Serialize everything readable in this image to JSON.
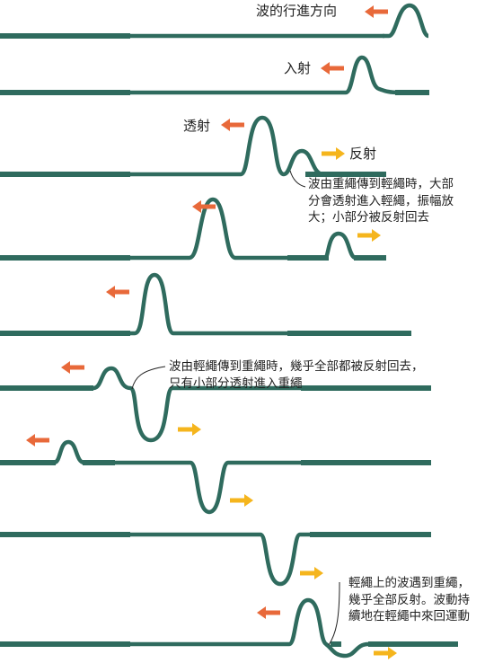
{
  "labels": {
    "direction": "波的行進方向",
    "incident": "入射",
    "transmitted": "透射",
    "reflected": "反射"
  },
  "notes": {
    "heavy_to_light_1": "波由重繩傳到輕繩時，大部",
    "heavy_to_light_2": "分會透射進入輕繩，振幅放",
    "heavy_to_light_3": "大；小部分被反射回去",
    "light_to_heavy_1": "波由輕繩傳到重繩時，幾乎全部都被反射回去，",
    "light_to_heavy_2": "只有小部分透射進入重繩",
    "reflection_1": "輕繩上的波遇到重繩，",
    "reflection_2": "幾乎全部反射。波動持",
    "reflection_3": "續地在輕繩中來回運動"
  },
  "colors": {
    "rope": "#2f6b5e",
    "arrow_left": "#e8693a",
    "arrow_right": "#f5b51d",
    "text": "#222222"
  },
  "rows": [
    {
      "arrows": [
        "left"
      ]
    },
    {
      "arrows": [
        "left"
      ]
    },
    {
      "arrows": [
        "left",
        "right"
      ]
    },
    {
      "arrows": [
        "left",
        "right"
      ]
    },
    {
      "arrows": [
        "left"
      ]
    },
    {
      "arrows": [
        "left",
        "right"
      ]
    },
    {
      "arrows": [
        "left",
        "right"
      ]
    },
    {
      "arrows": [
        "right"
      ]
    },
    {
      "arrows": [
        "left",
        "right"
      ]
    }
  ]
}
